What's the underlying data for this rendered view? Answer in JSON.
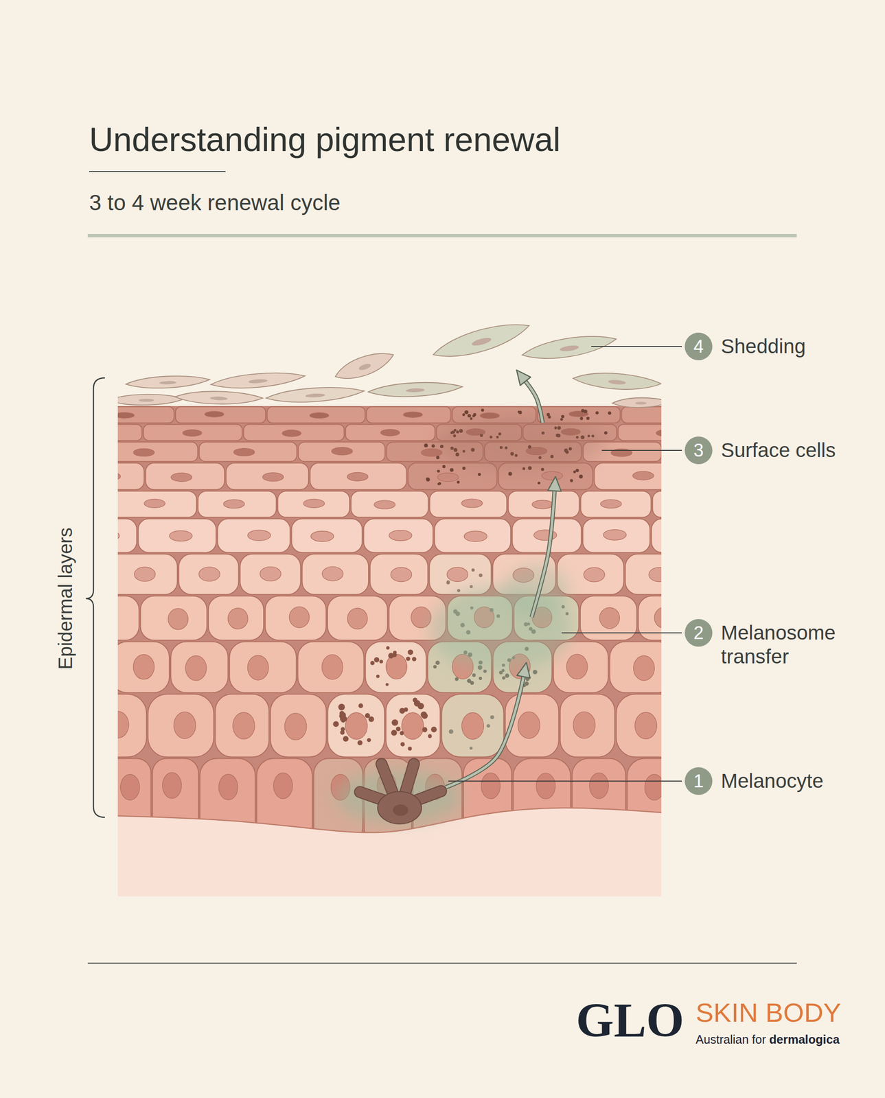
{
  "diagram": {
    "title": "Understanding pigment renewal",
    "nodes": [
      {
        "text": [
          "4"
        ]
      },
      {
        "text": [
          "3"
        ]
      },
      {
        "text": [
          "2"
        ]
      },
      {
        "text": [
          "1"
        ]
      }
    ],
    "labels": [
      "3 to 4 week renewal cycle",
      "Shedding",
      "Surface cells",
      "Melanosome transfer",
      "Melanocyte",
      "Epidermal layers",
      "GLO",
      "SKIN BODY",
      "Australian for",
      "dermalogica"
    ]
  }
}
